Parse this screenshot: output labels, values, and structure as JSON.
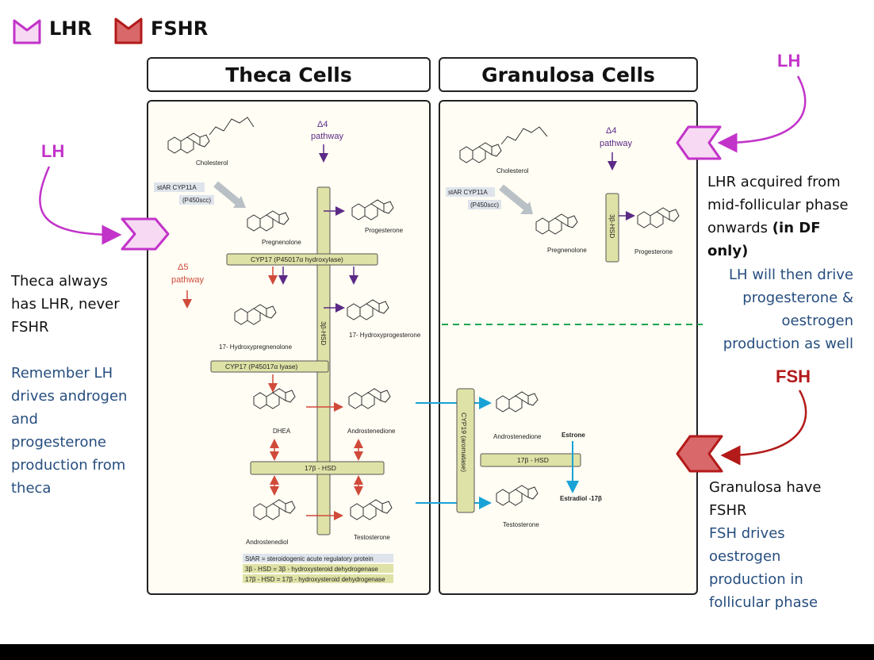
{
  "legend": {
    "lhr": "LHR",
    "fshr": "FSHR"
  },
  "headers": {
    "theca": "Theca Cells",
    "granulosa": "Granulosa Cells"
  },
  "hormones": {
    "lh_left": "LH",
    "lh_right": "LH",
    "fsh": "FSH"
  },
  "left_notes": {
    "theca_lhr": [
      "Theca always",
      "has LHR, never",
      "FSHR"
    ],
    "remember": [
      "Remember LH",
      "drives androgen",
      "and",
      "progesterone",
      "production from",
      "theca"
    ]
  },
  "right_notes": {
    "lhr_acquired": [
      "LHR acquired from",
      "mid-follicular phase"
    ],
    "onwards_prefix": "onwards ",
    "in_df": "(in DF",
    "only": "only)",
    "lh_drive": [
      "LH will then drive",
      "progesterone &",
      "oestrogen",
      "production as well"
    ],
    "granulosa_fshr": [
      "Granulosa have",
      "FSHR"
    ],
    "fsh_drives": [
      "FSH drives",
      "oestrogen",
      "production in",
      "follicular phase"
    ]
  },
  "theca_diagram": {
    "cholesterol": "Cholesterol",
    "star": "stAR  CYP11A",
    "p450scc": "(P450scc)",
    "delta4": "Δ4",
    "delta4_pathway": "pathway",
    "delta5": "Δ5",
    "delta5_pathway": "pathway",
    "pregnenolone": "Pregnenolone",
    "progesterone": "Progesterone",
    "cyp17_hydroxylase": "CYP17 (P45017α hydroxylase)",
    "hydroxypregnenolone": "17- Hydroxypregnenolone",
    "hydroxyprogesterone": "17- Hydroxyprogesterone",
    "hsd3b": "3β-HSD",
    "cyp17_lyase": "CYP17 (P45017α lyase)",
    "dhea": "DHEA",
    "androstenedione": "Androstenedione",
    "hsd17b": "17β - HSD",
    "androstenediol": "Androstenediol",
    "testosterone": "Testosterone",
    "key_star": "StAR = steroidogenic acute regulatory protein",
    "key_3b": "3β - HSD = 3β - hydroxysteroid dehydrogenase",
    "key_17b": "17β - HSD = 17β - hydroxysteroid dehydrogenase"
  },
  "granulosa_diagram": {
    "cholesterol": "Cholesterol",
    "star": "stAR  CYP11A",
    "p450scc": "(P450scc)",
    "delta4": "Δ4",
    "delta4_pathway": "pathway",
    "pregnenolone": "Pregnenolone",
    "progesterone": "Progesterone",
    "hsd3b": "3β-HSD",
    "cyp19": "CYP19 (aromatase)",
    "androstenedione": "Androstenedione",
    "estrone": "Estrone",
    "hsd17b": "17β - HSD",
    "estradiol": "Estradiol -17β",
    "testosterone": "Testosterone"
  },
  "colors": {
    "lh": "#c233c9",
    "fsh": "#b31a1a",
    "lhr_fill": "#f7d9f4",
    "fshr_fill": "#d9686a",
    "blue_text": "#274e7f",
    "enzyme_box": "#dfe2a6",
    "dashed_line": "#1aa550",
    "cyan_arrow": "#19a2d6"
  }
}
